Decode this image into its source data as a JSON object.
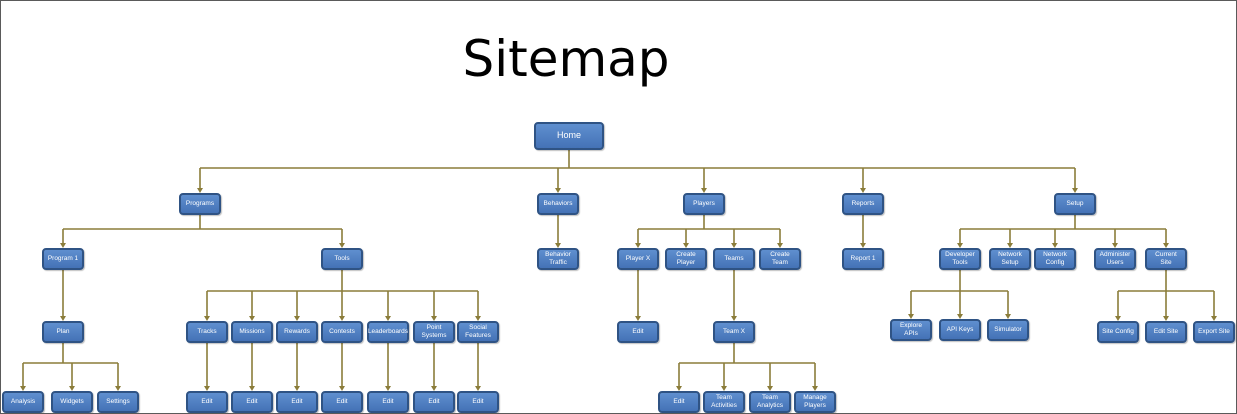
{
  "title": "Sitemap",
  "colors": {
    "node_fill": "#4f7fc3",
    "node_border": "#2f5384",
    "connector": "#8b7d3a"
  },
  "nodes": {
    "home": "Home",
    "programs": "Programs",
    "behaviors": "Behaviors",
    "players": "Players",
    "reports": "Reports",
    "setup": "Setup",
    "program1": "Program 1",
    "tools": "Tools",
    "behavior_traffic": "Behavior\nTraffic",
    "player_x": "Player X",
    "create_player": "Create Player",
    "teams": "Teams",
    "create_team": "Create Team",
    "report1": "Report 1",
    "developer_tools": "Developer\nTools",
    "network_setup": "Network\nSetup",
    "network_config": "Network\nConfig",
    "administer_users": "Administer\nUsers",
    "current_site": "Current Site",
    "plan": "Plan",
    "tracks": "Tracks",
    "missions": "Missions",
    "rewards": "Rewards",
    "contests": "Contests",
    "leaderboards": "Leaderboards",
    "point_systems": "Point\nSystems",
    "social_features": "Social\nFeatures",
    "player_edit": "Edit",
    "team_x": "Team X",
    "explore_apis": "Explore APIs",
    "api_keys": "API Keys",
    "simulator": "Simulator",
    "site_config": "Site Config",
    "edit_site": "Edit Site",
    "export_site": "Export Site",
    "analysis": "Analysis",
    "widgets": "Widgets",
    "settings": "Settings",
    "tracks_edit": "Edit",
    "missions_edit": "Edit",
    "rewards_edit": "Edit",
    "contests_edit": "Edit",
    "leaderboards_edit": "Edit",
    "point_systems_edit": "Edit",
    "social_features_edit": "Edit",
    "team_edit": "Edit",
    "team_activities": "Team\nActivities",
    "team_analytics": "Team\nAnalytics",
    "manage_players": "Manage\nPlayers"
  },
  "edges": [
    [
      "home",
      "programs"
    ],
    [
      "home",
      "behaviors"
    ],
    [
      "home",
      "players"
    ],
    [
      "home",
      "reports"
    ],
    [
      "home",
      "setup"
    ],
    [
      "programs",
      "program1"
    ],
    [
      "programs",
      "tools"
    ],
    [
      "behaviors",
      "behavior_traffic"
    ],
    [
      "players",
      "player_x"
    ],
    [
      "players",
      "create_player"
    ],
    [
      "players",
      "teams"
    ],
    [
      "players",
      "create_team"
    ],
    [
      "reports",
      "report1"
    ],
    [
      "setup",
      "developer_tools"
    ],
    [
      "setup",
      "network_setup"
    ],
    [
      "setup",
      "network_config"
    ],
    [
      "setup",
      "administer_users"
    ],
    [
      "setup",
      "current_site"
    ],
    [
      "program1",
      "plan"
    ],
    [
      "tools",
      "tracks"
    ],
    [
      "tools",
      "missions"
    ],
    [
      "tools",
      "rewards"
    ],
    [
      "tools",
      "contests"
    ],
    [
      "tools",
      "leaderboards"
    ],
    [
      "tools",
      "point_systems"
    ],
    [
      "tools",
      "social_features"
    ],
    [
      "player_x",
      "player_edit"
    ],
    [
      "teams",
      "team_x"
    ],
    [
      "developer_tools",
      "explore_apis"
    ],
    [
      "developer_tools",
      "api_keys"
    ],
    [
      "developer_tools",
      "simulator"
    ],
    [
      "current_site",
      "site_config"
    ],
    [
      "current_site",
      "edit_site"
    ],
    [
      "current_site",
      "export_site"
    ],
    [
      "plan",
      "analysis"
    ],
    [
      "plan",
      "widgets"
    ],
    [
      "plan",
      "settings"
    ],
    [
      "tracks",
      "tracks_edit"
    ],
    [
      "missions",
      "missions_edit"
    ],
    [
      "rewards",
      "rewards_edit"
    ],
    [
      "contests",
      "contests_edit"
    ],
    [
      "leaderboards",
      "leaderboards_edit"
    ],
    [
      "point_systems",
      "point_systems_edit"
    ],
    [
      "social_features",
      "social_features_edit"
    ],
    [
      "team_x",
      "team_edit"
    ],
    [
      "team_x",
      "team_activities"
    ],
    [
      "team_x",
      "team_analytics"
    ],
    [
      "team_x",
      "manage_players"
    ]
  ]
}
